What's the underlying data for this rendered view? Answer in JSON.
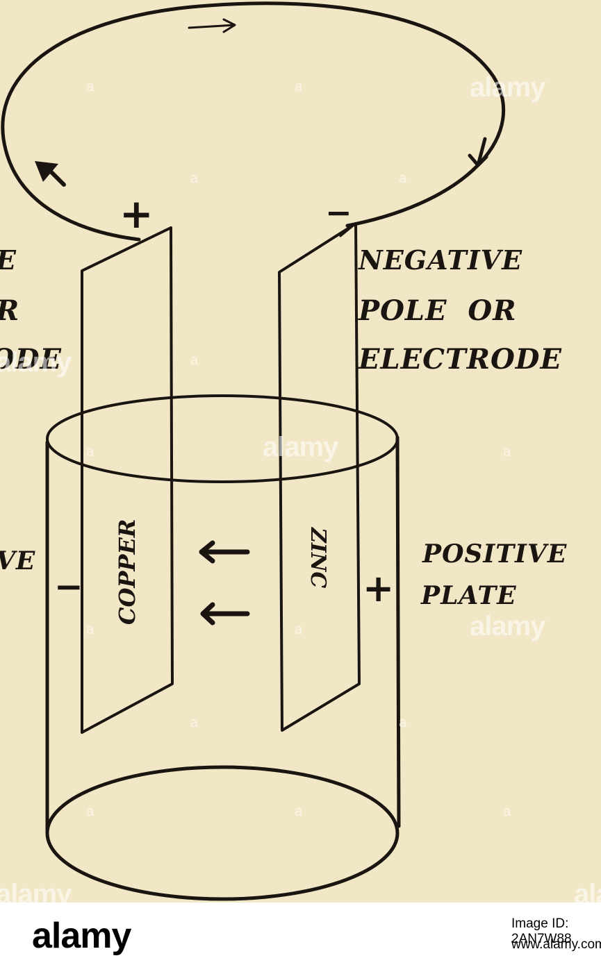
{
  "labels": {
    "neg_pole_1": "NEGATIVE",
    "neg_pole_2": "POLE  OR",
    "neg_pole_3": "ELECTRODE",
    "pos_pole_1": "E",
    "pos_pole_2": "R",
    "pos_pole_3": "ODE",
    "pos_plate_1": "POSITIVE",
    "pos_plate_2": "PLATE",
    "neg_plate_1": "VE",
    "copper": "COPPER",
    "zinc": "ZINC",
    "plus_top": "+",
    "minus_top": "−",
    "plus_side": "+",
    "minus_side": "−"
  },
  "watermark": {
    "text": "alamy",
    "dot": "a"
  },
  "footer": {
    "brand": "alamy",
    "image_id": "Image ID: 2AN7W88",
    "site": "www.alamy.com"
  }
}
